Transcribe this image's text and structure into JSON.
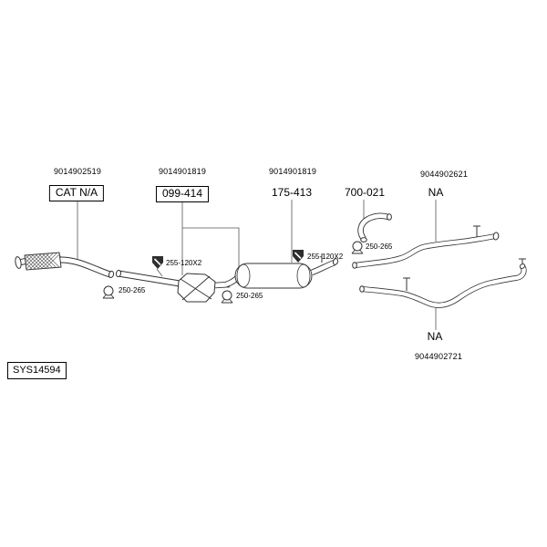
{
  "diagram": {
    "type": "exhaust-system-parts-diagram",
    "system": {
      "id": "SYS14594"
    },
    "parts": [
      {
        "ref": "9014902519",
        "code": "CAT N/A",
        "boxed": true
      },
      {
        "ref": "9014901819",
        "code": "099-414",
        "boxed": true
      },
      {
        "ref": "9014901819",
        "code": "175-413",
        "boxed": false
      },
      {
        "code": "700-021",
        "boxed": false
      },
      {
        "ref": "9044902621",
        "code": "NA",
        "boxed": false
      },
      {
        "ref": "9044902721",
        "code": "NA",
        "boxed": false
      }
    ],
    "mountings": [
      {
        "code": "255-120X2",
        "icon": "bosal-shield"
      },
      {
        "code": "250-265",
        "icon": "clamp"
      },
      {
        "code": "250-265",
        "icon": "clamp"
      },
      {
        "code": "255-120X2",
        "icon": "bosal-shield"
      },
      {
        "code": "250-265",
        "icon": "clamp"
      }
    ],
    "colors": {
      "line": "#333333",
      "text": "#000000",
      "background": "#ffffff"
    }
  }
}
